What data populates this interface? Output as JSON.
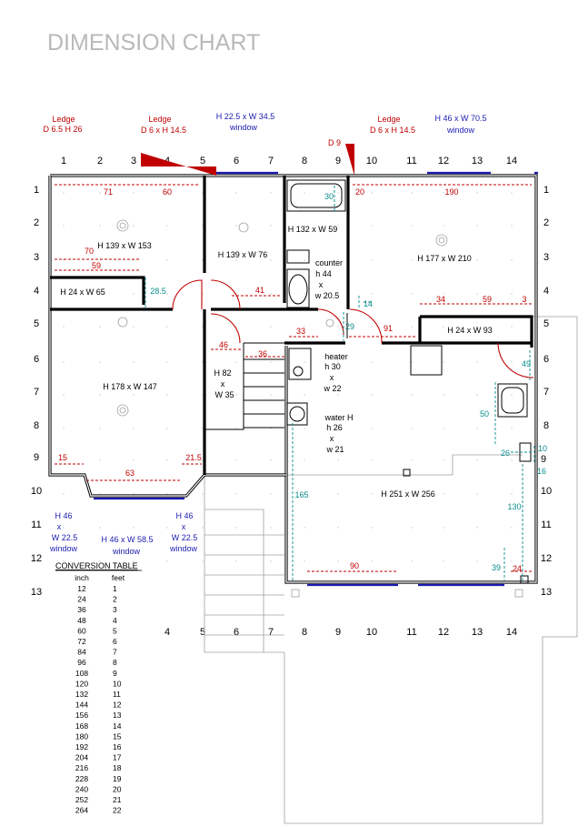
{
  "title": "DIMENSION CHART",
  "grid_top": [
    "1",
    "2",
    "3",
    "4",
    "5",
    "6",
    "7",
    "8",
    "9",
    "10",
    "11",
    "12",
    "13",
    "14"
  ],
  "grid_bottom": [
    "4",
    "5",
    "6",
    "7",
    "8",
    "9",
    "10",
    "11",
    "12",
    "13",
    "14"
  ],
  "grid_left": [
    "1",
    "2",
    "3",
    "4",
    "5",
    "6",
    "7",
    "8",
    "9",
    "10",
    "11",
    "12",
    "13"
  ],
  "grid_right": [
    "1",
    "2",
    "3",
    "4",
    "5",
    "6",
    "7",
    "8",
    "9",
    "10",
    "11",
    "12",
    "13"
  ],
  "top_notes": {
    "ledge1": {
      "line1": "Ledge",
      "line2": "D 6.5 H 26"
    },
    "ledge2": {
      "line1": "Ledge",
      "line2": "D 6 x H 14.5"
    },
    "window1": {
      "line1": "H 22.5 x W 34.5",
      "line2": "window"
    },
    "d9": "D 9",
    "ledge3": {
      "line1": "Ledge",
      "line2": "D 6 x H 14.5"
    },
    "window2": {
      "line1": "H 46 x W 70.5",
      "line2": "window"
    }
  },
  "rooms": {
    "r1": "H 139 x W 153",
    "r2": "H 139 x W 76",
    "r3": "H 132 x W 59",
    "r4": "H 177 x W 210",
    "r5": "H 24 x W 65",
    "r6": "H 24 x W 93",
    "r7": "H 178 x W 147",
    "r8": {
      "line1": "H 82",
      "line2": "x",
      "line3": "W 35"
    },
    "counter": {
      "line1": "counter",
      "line2": "h 44",
      "line3": "x",
      "line4": "w 20.5"
    },
    "heater": {
      "line1": "heater",
      "line2": "h 30",
      "line3": "x",
      "line4": "w 22"
    },
    "water": {
      "line1": "water H",
      "line2": "h 26",
      "line3": "x",
      "line4": "w 21"
    },
    "garage": "H 251 x W 256"
  },
  "red_dims": {
    "d71": "71",
    "d60": "60",
    "d20": "20",
    "d190": "190",
    "d70": "70",
    "d59a": "59",
    "d41": "41",
    "d34": "34",
    "d59b": "59",
    "d3": "3",
    "d33": "33",
    "d91": "91",
    "d46": "46",
    "d36": "36",
    "d15": "15",
    "d21_5": "21.5",
    "d63": "63",
    "d90": "90",
    "d24": "24"
  },
  "teal_dims": {
    "d30": "30",
    "d28_5": "28.5",
    "d14": "14",
    "d29": "29",
    "d49": "49",
    "d50": "50",
    "d26": "26",
    "d10": "10",
    "d16": "16",
    "d9": "9",
    "d165": "165",
    "d130": "130",
    "d39": "39"
  },
  "bottom_windows": {
    "w1": {
      "line1": "H 46",
      "line2": "x",
      "line3": "W 22.5",
      "line4": "window"
    },
    "w2": {
      "line1": "H 46 x W 58.5",
      "line2": "window"
    },
    "w3": {
      "line1": "H 46",
      "line2": "x",
      "line3": "W 22.5",
      "line4": "window"
    }
  },
  "conversion_table": {
    "title": "CONVERSION TABLE",
    "headers": [
      "inch",
      "feet"
    ],
    "rows": [
      [
        "12",
        "1"
      ],
      [
        "24",
        "2"
      ],
      [
        "36",
        "3"
      ],
      [
        "48",
        "4"
      ],
      [
        "60",
        "5"
      ],
      [
        "72",
        "6"
      ],
      [
        "84",
        "7"
      ],
      [
        "96",
        "8"
      ],
      [
        "108",
        "9"
      ],
      [
        "120",
        "10"
      ],
      [
        "132",
        "11"
      ],
      [
        "144",
        "12"
      ],
      [
        "156",
        "13"
      ],
      [
        "168",
        "14"
      ],
      [
        "180",
        "15"
      ],
      [
        "192",
        "16"
      ],
      [
        "204",
        "17"
      ],
      [
        "216",
        "18"
      ],
      [
        "228",
        "19"
      ],
      [
        "240",
        "20"
      ],
      [
        "252",
        "21"
      ],
      [
        "264",
        "22"
      ]
    ]
  }
}
